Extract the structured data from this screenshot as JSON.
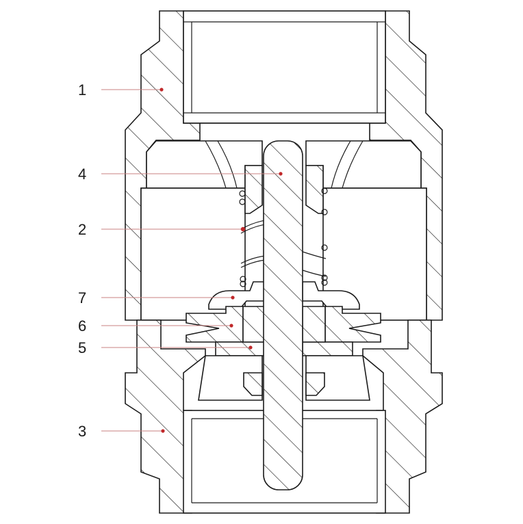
{
  "callouts": [
    {
      "id": "1",
      "text": "1"
    },
    {
      "id": "4",
      "text": "4"
    },
    {
      "id": "2",
      "text": "2"
    },
    {
      "id": "7",
      "text": "7"
    },
    {
      "id": "6",
      "text": "6"
    },
    {
      "id": "5",
      "text": "5"
    },
    {
      "id": "3",
      "text": "3"
    }
  ],
  "colors": {
    "line": "#1a1a1a",
    "leader": "#c98080",
    "marker": "#c0282a",
    "background": "#ffffff"
  }
}
